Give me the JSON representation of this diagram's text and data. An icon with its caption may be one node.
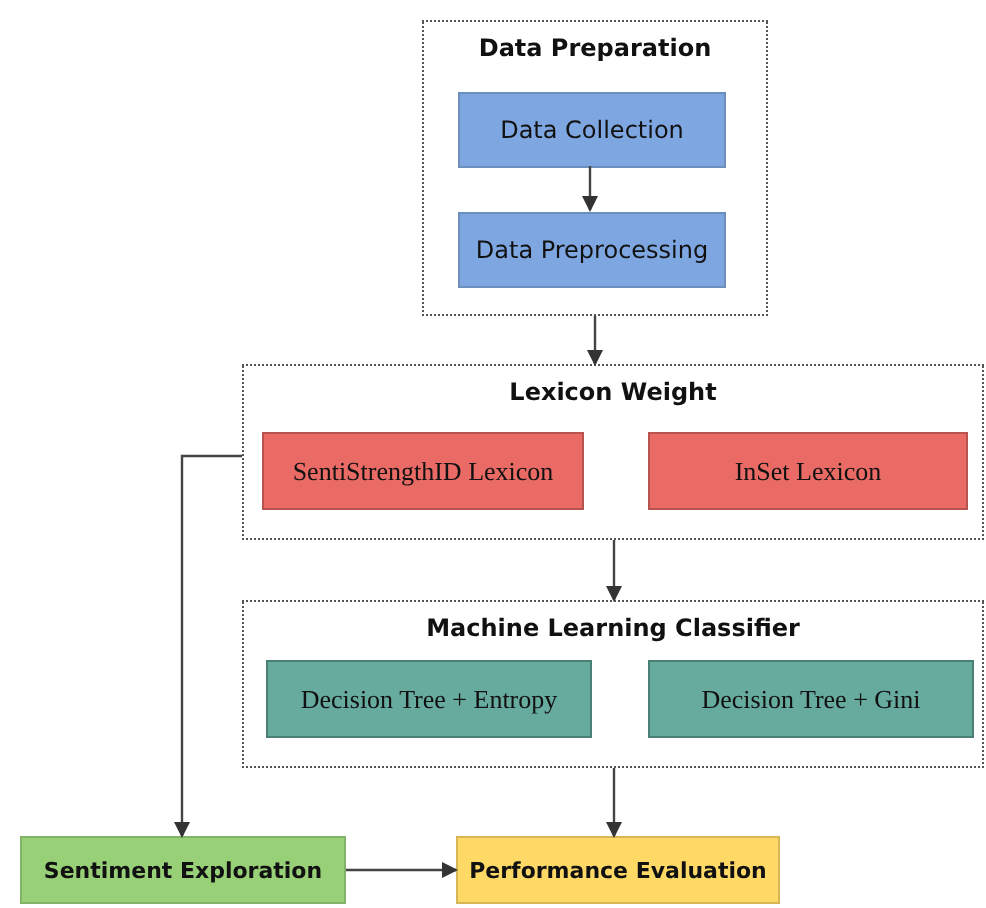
{
  "diagram": {
    "nodes": [
      {
        "text": [
          "Data Preparation"
        ]
      },
      {
        "text": [
          "Data Collection"
        ],
        "in": 0
      },
      {
        "text": [
          "Data Preprocessing"
        ],
        "in": 0
      },
      {
        "text": [
          "Lexicon Weight"
        ]
      },
      {
        "text": [
          "SentiStrengthID Lexicon"
        ],
        "in": 3
      },
      {
        "text": [
          "InSet Lexicon"
        ],
        "in": 3
      },
      {
        "text": [
          "Machine Learning Classifier"
        ]
      },
      {
        "text": [
          "Decision Tree + Entropy"
        ],
        "in": 6
      },
      {
        "text": [
          "Decision Tree + Gini"
        ],
        "in": 6
      },
      {
        "text": [
          "Sentiment Exploration"
        ]
      },
      {
        "text": [
          "Performance Evaluation"
        ]
      }
    ],
    "edges": [
      {
        "from": 1,
        "to": 2,
        "arrow": "to"
      },
      {
        "from": 0,
        "to": 3,
        "arrow": "to"
      },
      {
        "from": 3,
        "to": 6,
        "arrow": "to"
      },
      {
        "from": 3,
        "to": 9,
        "arrow": "to"
      },
      {
        "from": 6,
        "to": 10,
        "arrow": "to"
      },
      {
        "from": 9,
        "to": 10,
        "arrow": "to"
      }
    ]
  }
}
